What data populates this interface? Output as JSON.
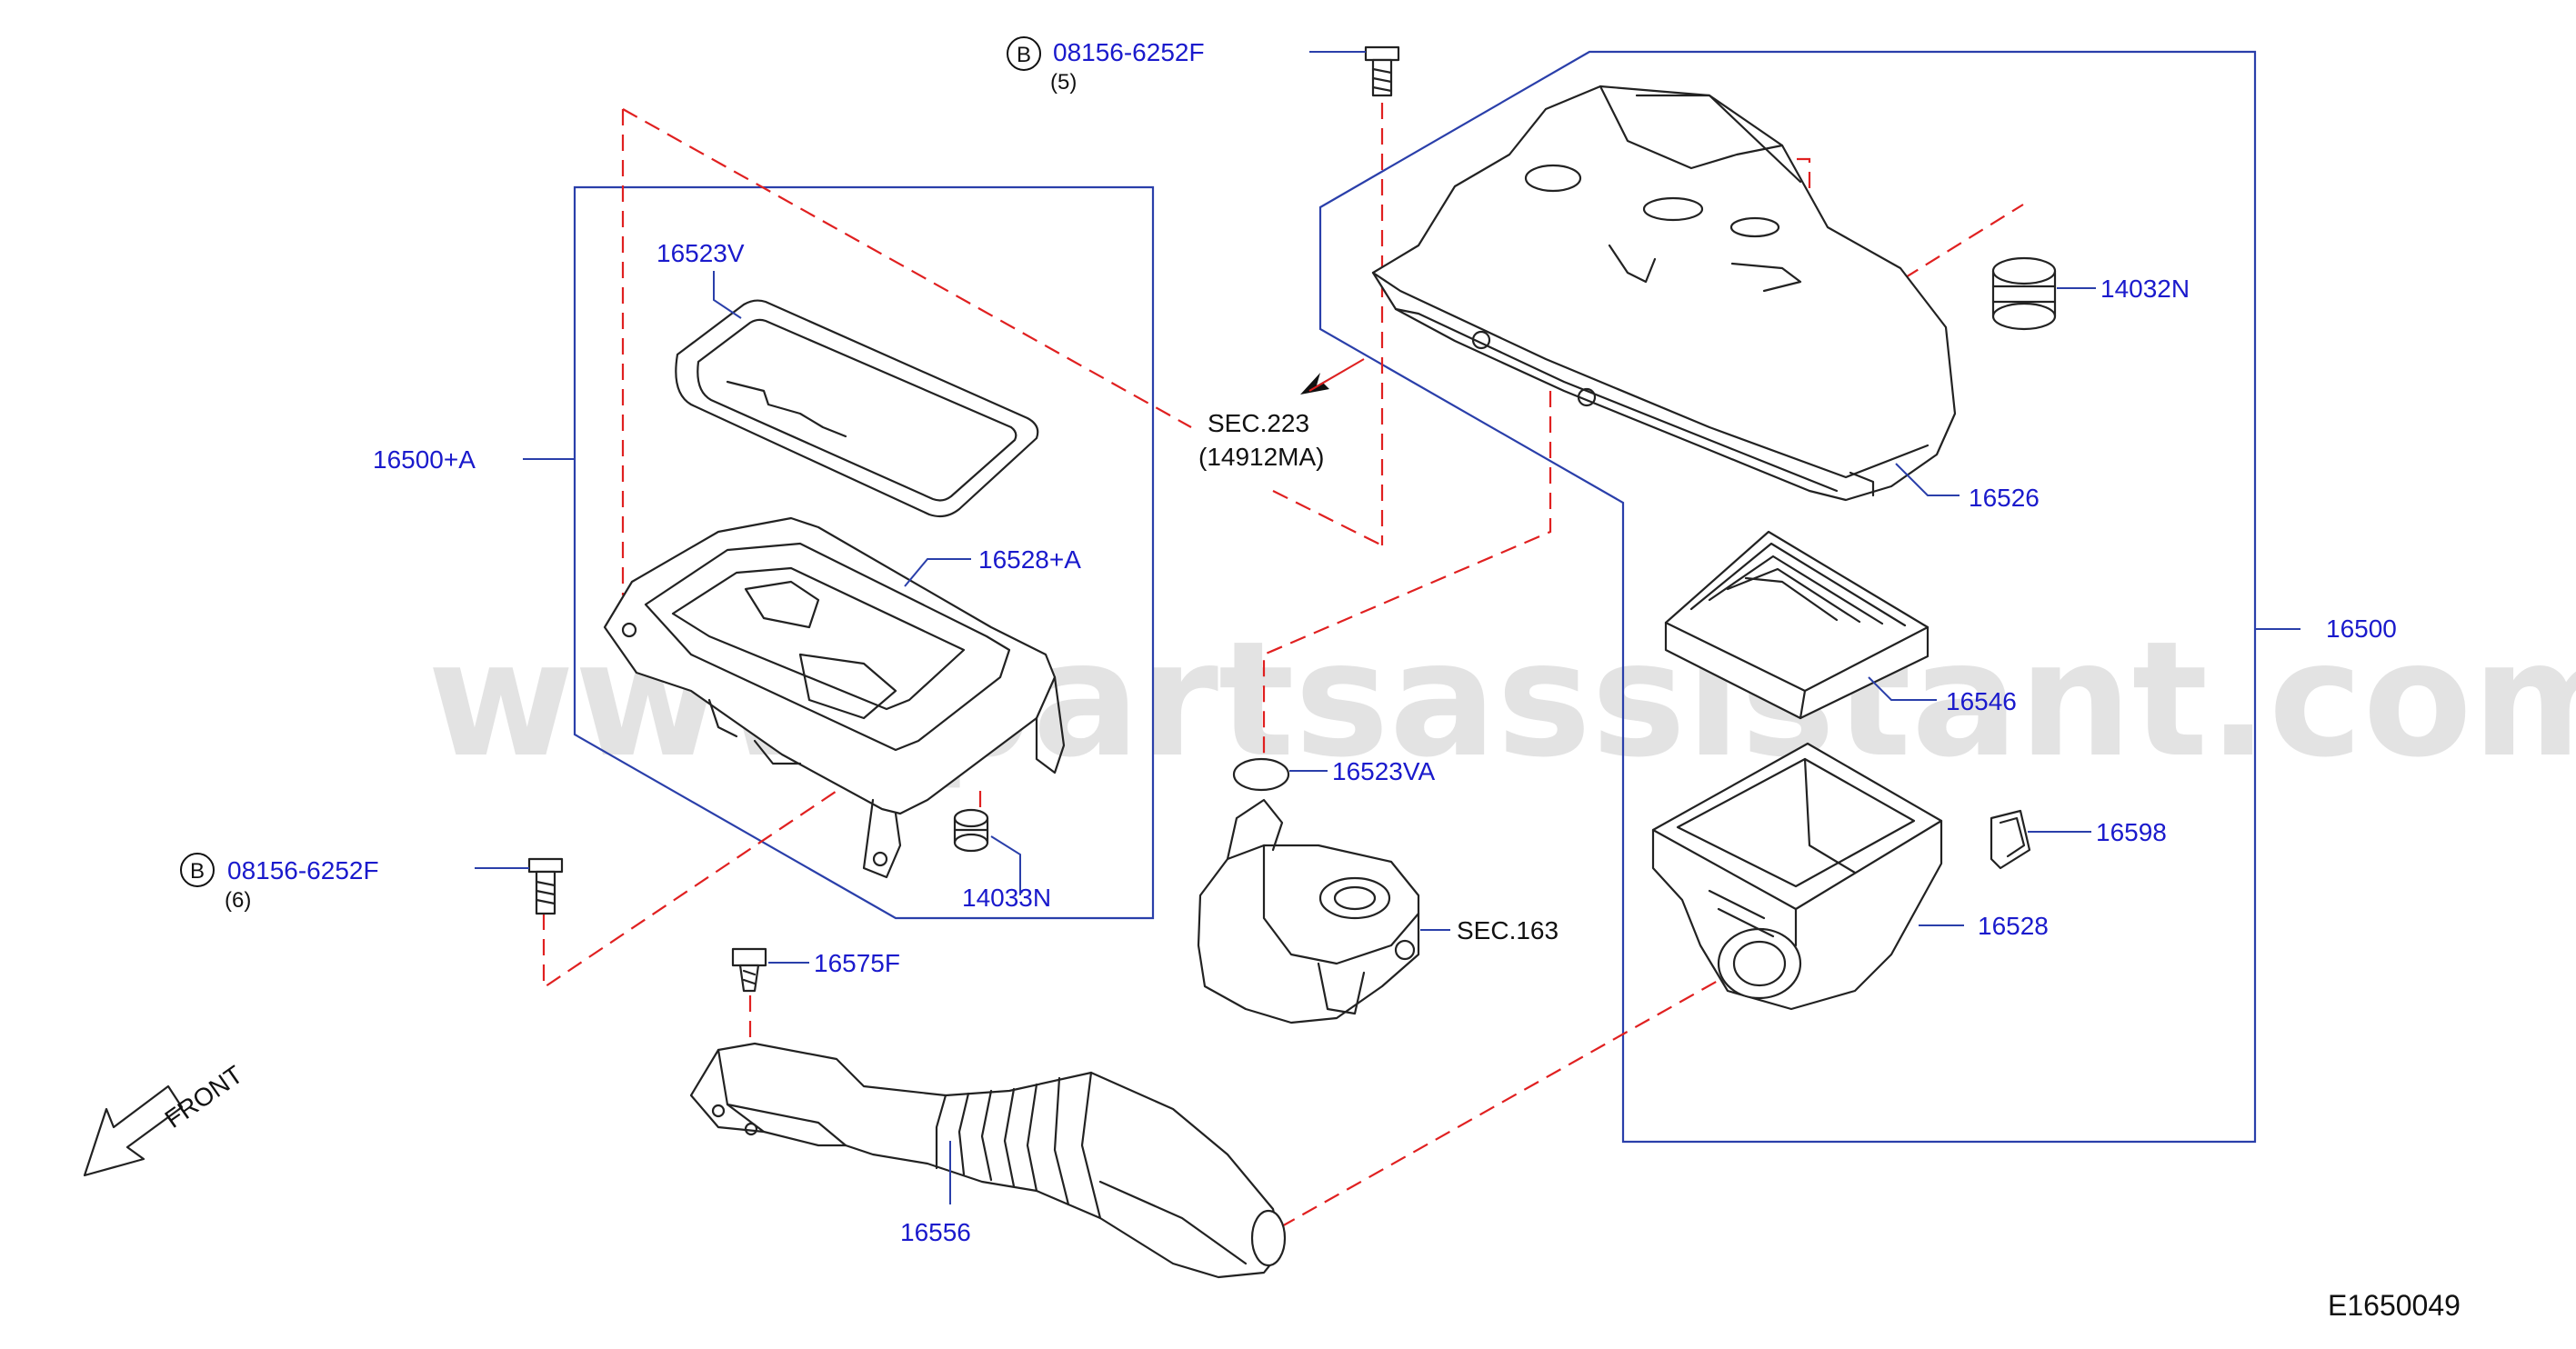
{
  "diagram": {
    "watermark": "www.partsassistant.com",
    "diagram_code": "E1650049",
    "front_label": "FRONT",
    "bolt_top": {
      "badge": "B",
      "part": "08156-6252F",
      "qty": "(5)"
    },
    "bolt_left": {
      "badge": "B",
      "part": "08156-6252F",
      "qty": "(6)"
    },
    "sec223": {
      "line1": "SEC.223",
      "line2": "(14912MA)"
    },
    "sec163": "SEC.163",
    "labels": {
      "p16523V": "16523V",
      "p16500A": "16500+A",
      "p16528A": "16528+A",
      "p14033N": "14033N",
      "p14032N": "14032N",
      "p16526": "16526",
      "p16500": "16500",
      "p16546": "16546",
      "p16523VA": "16523VA",
      "p16598": "16598",
      "p16528": "16528",
      "p16575F": "16575F",
      "p16556": "16556"
    },
    "colors": {
      "label_blue": "#1a1acc",
      "frame_blue": "#2a3faa",
      "dash_red": "#e02020"
    }
  }
}
